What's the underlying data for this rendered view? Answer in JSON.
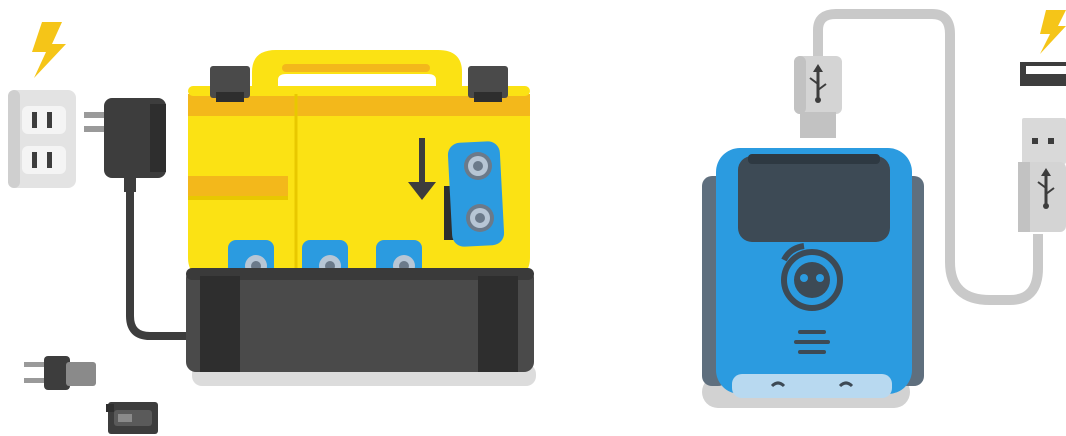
{
  "scene": {
    "left_panel": {
      "subject": "charging-case-wall-outlet",
      "icons": [
        "lightning-icon",
        "wall-outlet-icon",
        "power-adapter-icon",
        "plug-adapter-icon",
        "plug-adapter-alt-icon",
        "down-arrow-icon"
      ],
      "robots_in_case": 4
    },
    "right_panel": {
      "subject": "robot-usb-charging",
      "icons": [
        "lightning-icon",
        "usb-port-icon",
        "usb-plug-icon",
        "usb-symbol-icon",
        "sphero-logo-icon"
      ]
    }
  },
  "colors": {
    "lightning": "#f5c518",
    "case_yellow": "#fbe214",
    "case_dark": "#4a4a4a",
    "robot_blue": "#2b9be0",
    "cable_gray": "#c9c9c9",
    "adapter_dark": "#3d3d3d"
  }
}
